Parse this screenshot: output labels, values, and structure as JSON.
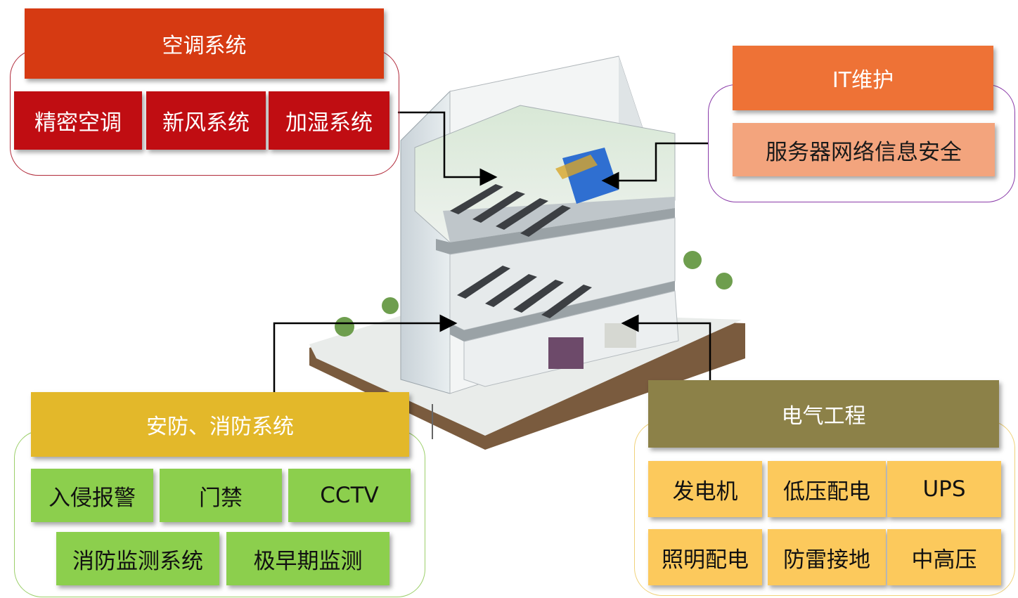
{
  "ac": {
    "title": "空调系统",
    "items": [
      "精密空调",
      "新风系统",
      "加湿系统"
    ],
    "colors": {
      "header": "#d63a12",
      "item": "#c00d12",
      "frame": "#b12a3a"
    }
  },
  "it": {
    "title": "IT维护",
    "item": "服务器网络信息安全",
    "colors": {
      "header": "#ee7236",
      "item": "#f3a47d",
      "frame": "#8a3aa8"
    }
  },
  "security": {
    "title": "安防、消防系统",
    "row1": [
      "入侵报警",
      "门禁",
      "CCTV"
    ],
    "row2": [
      "消防监测系统",
      "极早期监测"
    ],
    "colors": {
      "header": "#e3b82a",
      "item": "#8ccf4d",
      "frame": "#9ccf6a"
    }
  },
  "electrical": {
    "title": "电气工程",
    "row1": [
      "发电机",
      "低压配电",
      "UPS"
    ],
    "row2": [
      "照明配电",
      "防雷接地",
      "中高压"
    ],
    "colors": {
      "header": "#8c8148",
      "item": "#fcc95c",
      "frame": "#f0d27a"
    }
  }
}
